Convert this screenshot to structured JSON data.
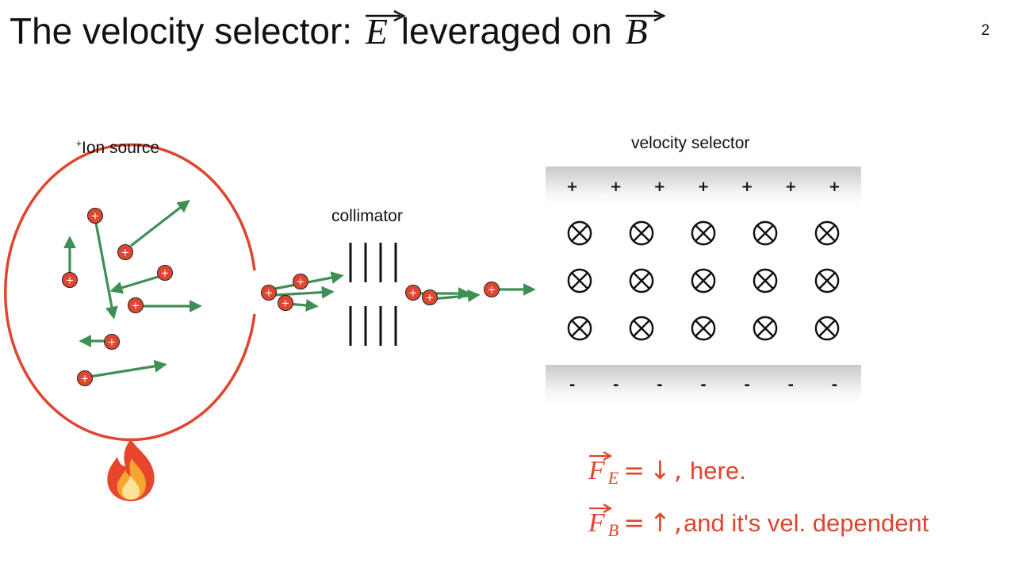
{
  "title": {
    "prefix": "The velocity selector:",
    "vec1": "E",
    "middle": "leveraged on",
    "vec2": "B"
  },
  "page_number": "2",
  "ion_source": {
    "label_sup": "+",
    "label": "Ion source",
    "ion_charge": "+",
    "circle_color": "#e0452e",
    "arrow_color": "#3d8f55",
    "ion_color": "#e0452e"
  },
  "collimator": {
    "label": "collimator"
  },
  "selector": {
    "label": "velocity selector",
    "top_plate": [
      "+",
      "+",
      "+",
      "+",
      "+",
      "+",
      "+"
    ],
    "bottom_plate": [
      "-",
      "-",
      "-",
      "-",
      "-",
      "-",
      "-"
    ],
    "field_symbol": "into-page-cross-icon",
    "field_grid": [
      5,
      3
    ]
  },
  "flame_icon": "fire-icon",
  "forces": {
    "color": "#e0452e",
    "fe": {
      "symbol": "F",
      "sub": "E",
      "eq": "=",
      "dir": "↓",
      "comma": ",",
      "text": "here."
    },
    "fb": {
      "symbol": "F",
      "sub": "B",
      "eq": "=",
      "dir": "↑",
      "comma": ",",
      "text": "and it's vel. dependent"
    }
  }
}
